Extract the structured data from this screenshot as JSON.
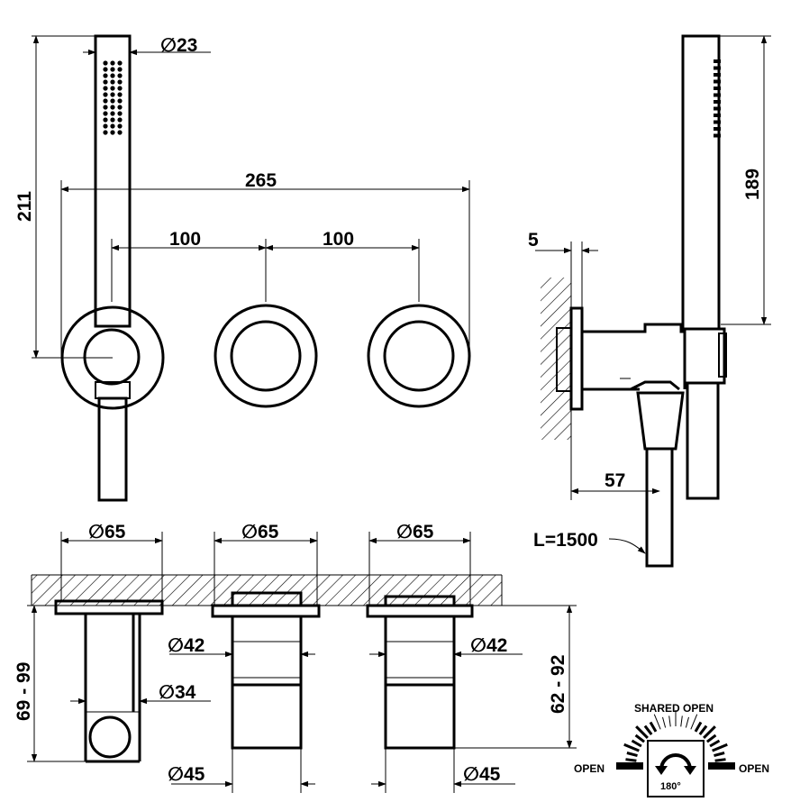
{
  "dimensions": {
    "handshower_diameter": "∅23",
    "overall_height": "211",
    "overall_width": "265",
    "spacing_left": "100",
    "spacing_right": "100",
    "wall_thickness": "5",
    "hand_length": "189",
    "projection": "57",
    "hose_length": "L=1500",
    "flange_1": "∅65",
    "flange_2": "∅65",
    "flange_3": "∅65",
    "body_1": "∅42",
    "body_2": "∅42",
    "pipe": "∅34",
    "sleeve_1": "∅45",
    "sleeve_2": "∅45",
    "depth_left": "69 - 99",
    "depth_right": "62 - 92"
  },
  "legend": {
    "shared_open": "SHARED OPEN",
    "open_left": "OPEN",
    "open_right": "OPEN",
    "angle": "180°"
  }
}
